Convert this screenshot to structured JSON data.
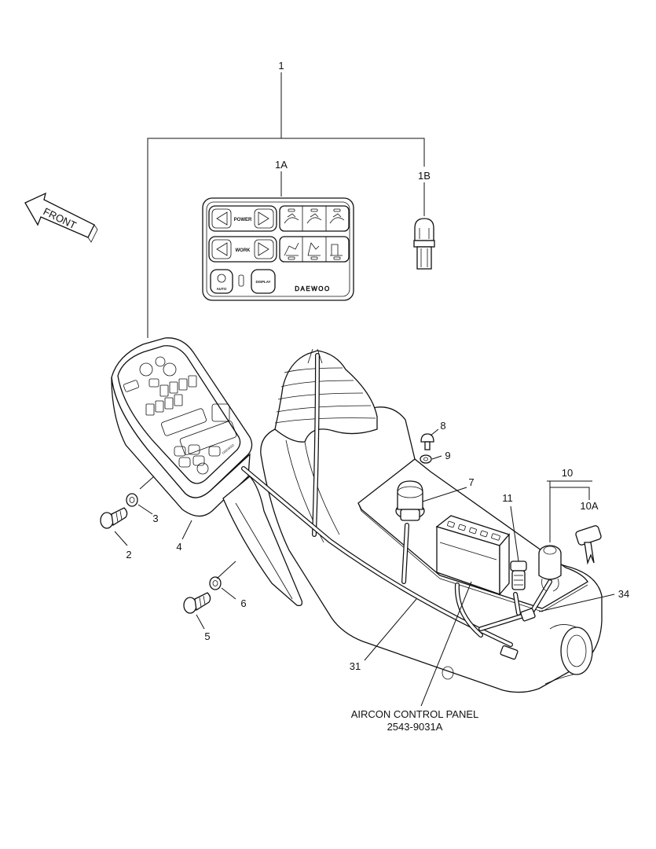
{
  "callouts": {
    "c1": "1",
    "c1a": "1A",
    "c1b": "1B",
    "c2": "2",
    "c3": "3",
    "c4": "4",
    "c5": "5",
    "c6": "6",
    "c7": "7",
    "c8": "8",
    "c9": "9",
    "c10": "10",
    "c10a": "10A",
    "c11": "11",
    "c31": "31",
    "c34": "34"
  },
  "front_arrow": {
    "label": "FRONT"
  },
  "panel_1a": {
    "power_label": "POWER",
    "work_label": "WORK",
    "auto_label": "AUTO",
    "display_label": "DISPLAY",
    "brand": "DAEWOO"
  },
  "console_panel": {
    "brand": "DAEWOO"
  },
  "aircon_note": {
    "line1": "AIRCON CONTROL PANEL",
    "line2": "2543-9031A"
  },
  "icons": [
    "front-arrow-icon",
    "arrow-left-icon",
    "arrow-right-icon",
    "bulb-icon",
    "key-icon",
    "bolt-icon",
    "washer-icon"
  ]
}
